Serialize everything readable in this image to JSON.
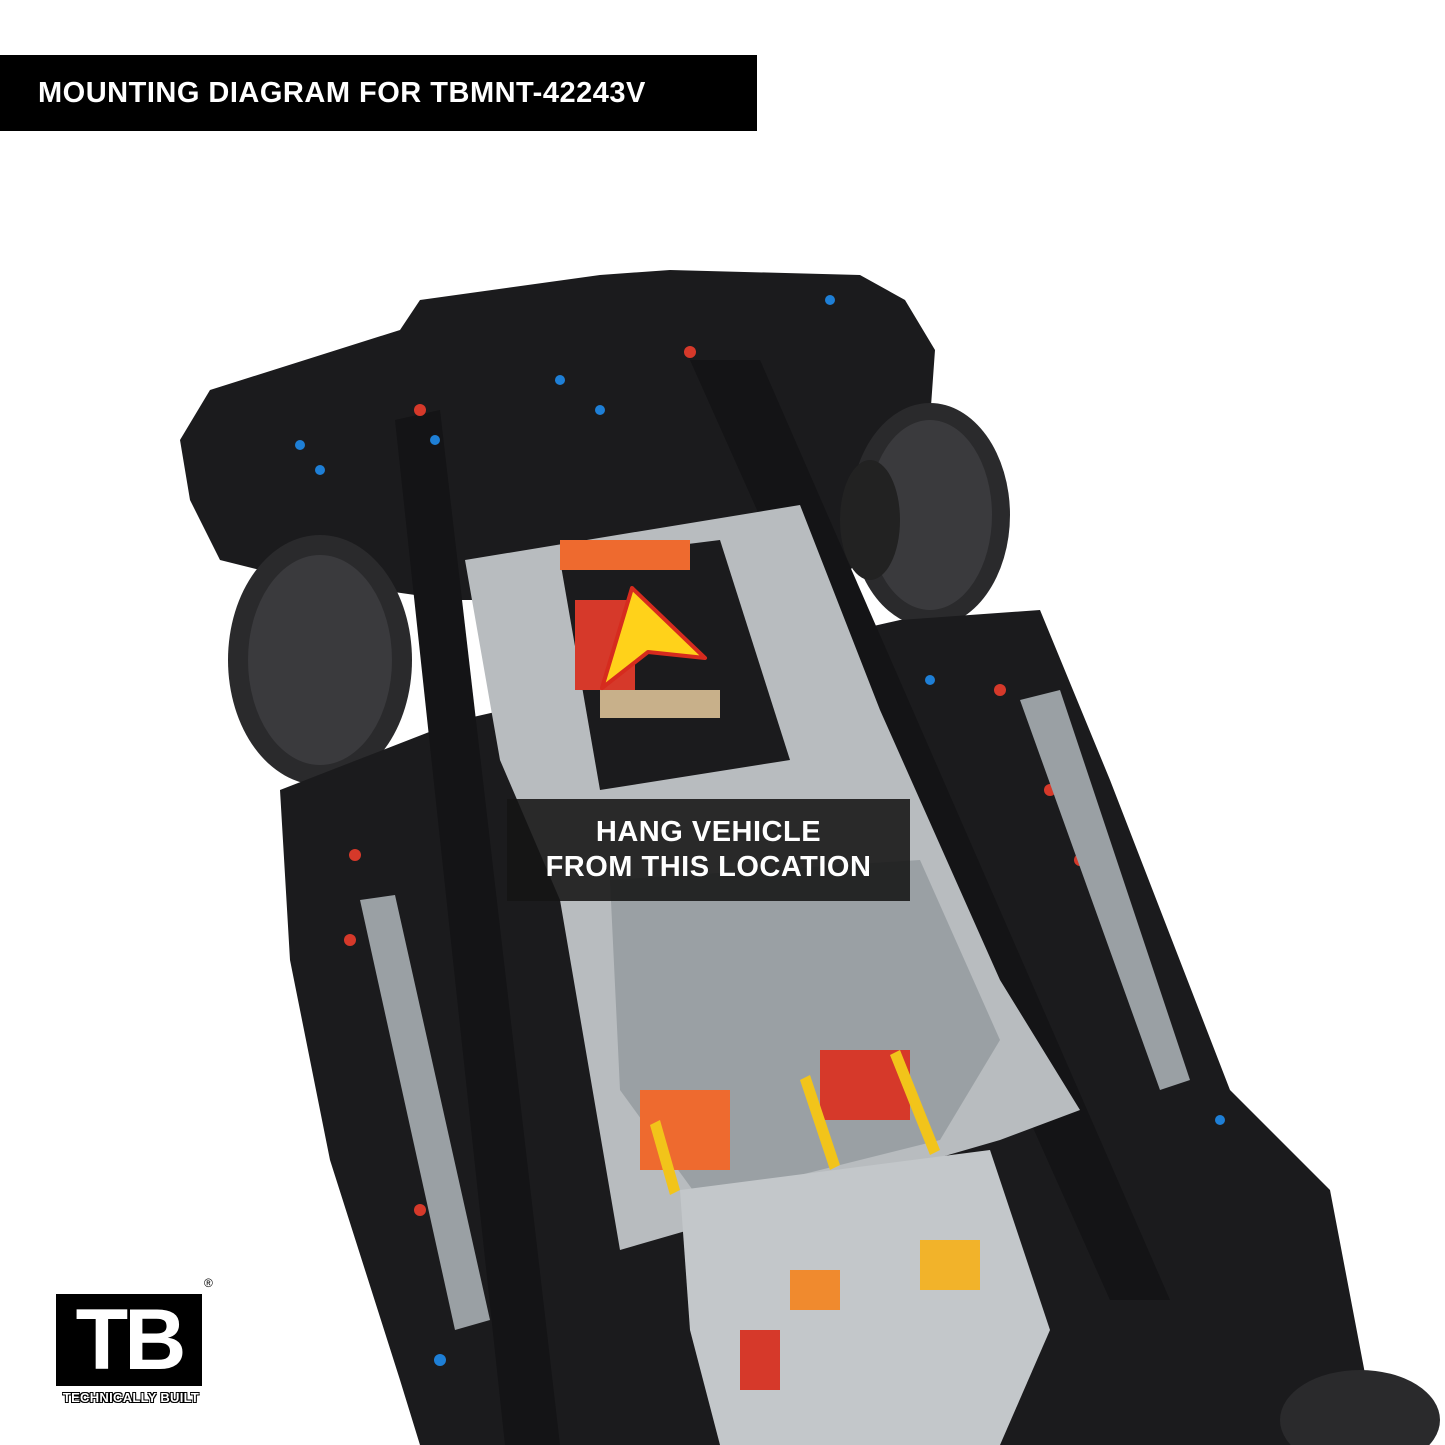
{
  "header": {
    "title": "MOUNTING DIAGRAM FOR TBMNT-42243V"
  },
  "callout": {
    "line1": "HANG VEHICLE",
    "line2": "FROM THIS LOCATION"
  },
  "logo": {
    "mark": "TB",
    "registered": "®",
    "tagline": "TECHNICALLY BUILT"
  },
  "colors": {
    "banner": "#000000",
    "banner_text": "#ffffff",
    "arrow_fill": "#ffd21a",
    "arrow_stroke": "#d62b1e",
    "chassis_black": "#1b1b1d",
    "chassis_grey": "#b8bcbf",
    "accent_red": "#d6392a",
    "accent_orange": "#ee6a2f",
    "accent_yellow": "#f2c41a",
    "accent_blue": "#1e7fd6"
  },
  "icons": {
    "arrow": "mount-point-arrow-icon",
    "vehicle": "vehicle-underside-illustration"
  }
}
